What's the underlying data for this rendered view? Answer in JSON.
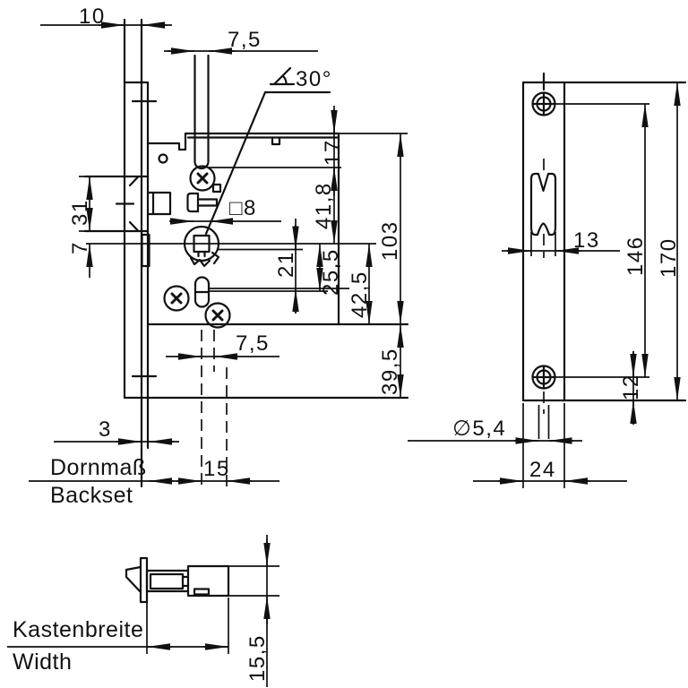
{
  "main": {
    "d10": "10",
    "d7_5_top": "7,5",
    "angle": "30°",
    "sq8": "□8",
    "d31": "31",
    "d7": "7",
    "d17": "17",
    "d41_8": "41,8",
    "d25_5": "25,5",
    "d21": "21",
    "d42_5": "42,5",
    "d103": "103",
    "d39_5": "39,5",
    "d7_5_bottom": "7,5",
    "d3": "3",
    "d15": "15",
    "label_de": "Dornmaß",
    "label_en": "Backset"
  },
  "plate": {
    "d13": "13",
    "d146": "146",
    "d170": "170",
    "d12": "12",
    "dia5_4": "∅5,4",
    "d24": "24"
  },
  "bottom": {
    "label_de": "Kastenbreite",
    "label_en": "Width",
    "d15_5": "15,5"
  },
  "colors": {
    "line": "#111111",
    "background": "#ffffff"
  }
}
